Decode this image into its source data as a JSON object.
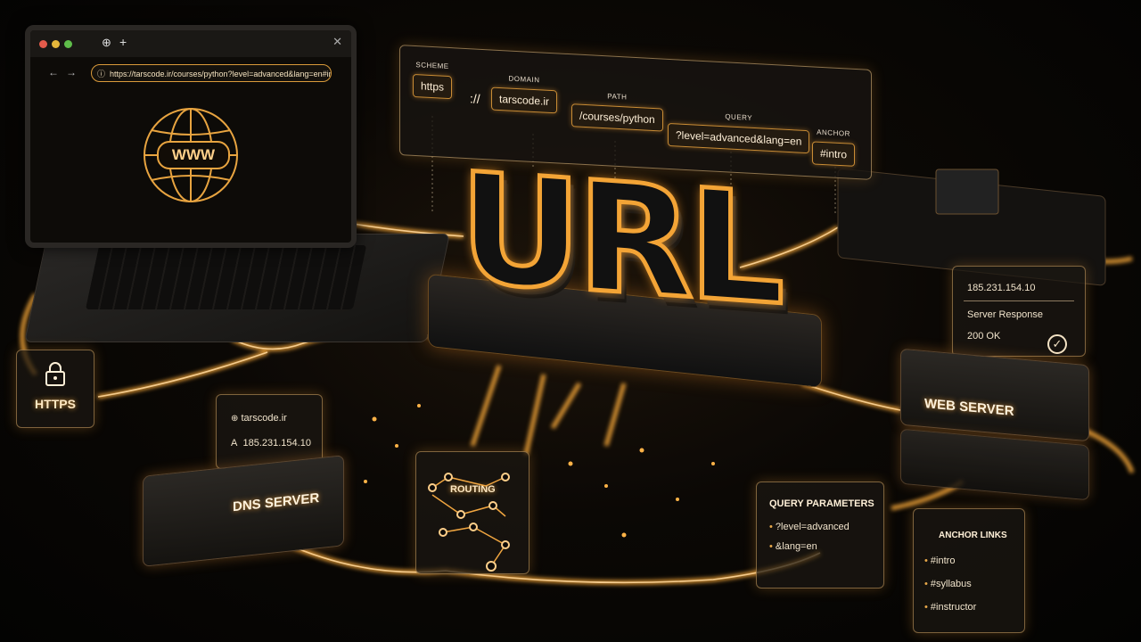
{
  "browser": {
    "url": "https://tarscode.ir/courses/python?level=advanced&lang=en#intro",
    "screen_graphic": "WWW"
  },
  "url_anatomy": {
    "segments": [
      {
        "label": "SCHEME",
        "value": "https"
      },
      {
        "label": "",
        "value": "://"
      },
      {
        "label": "DOMAIN",
        "value": "tarscode.ir"
      },
      {
        "label": "PATH",
        "value": "/courses/python"
      },
      {
        "label": "QUERY",
        "value": "?level=advanced&lang=en"
      },
      {
        "label": "ANCHOR",
        "value": "#intro"
      }
    ]
  },
  "centerpiece": "URL",
  "https_badge": "HTTPS",
  "dns": {
    "record_host": "tarscode.ir",
    "record_type": "A",
    "record_ip": "185.231.154.10",
    "label": "DNS SERVER"
  },
  "routing_label": "ROUTING",
  "web_server": {
    "ip": "185.231.154.10",
    "response_label": "Server Response",
    "status": "200 OK",
    "label": "WEB SERVER"
  },
  "query_parameters": {
    "title": "QUERY PARAMETERS",
    "items": [
      "?level=advanced",
      "&lang=en"
    ]
  },
  "anchor_links": {
    "title": "ANCHOR LINKS",
    "items": [
      "#intro",
      "#syllabus",
      "#instructor"
    ]
  },
  "colors": {
    "accent": "#f3a436",
    "glow": "#ffb84a",
    "background": "#050403"
  }
}
